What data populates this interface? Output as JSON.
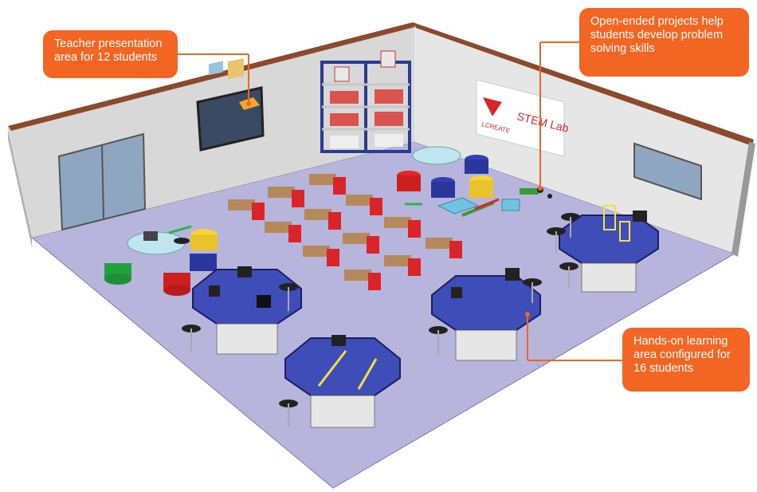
{
  "callouts": {
    "teacher": {
      "lines": [
        "Teacher presentation",
        "area for 12 students"
      ]
    },
    "projects": {
      "lines": [
        "Open-ended projects help",
        "students develop problem",
        "solving skills"
      ]
    },
    "handson": {
      "lines": [
        "Hands-on learning",
        "area configured for",
        "16 students"
      ]
    }
  },
  "signage": {
    "logo_text": "LCREATE",
    "lab_title": "STEM Lab"
  },
  "colors": {
    "callout": "#f26522",
    "floor": "#b7b5dc",
    "wall": "#d7d7d7",
    "table_top": "#3f4db8",
    "chair": "#d9252a"
  }
}
